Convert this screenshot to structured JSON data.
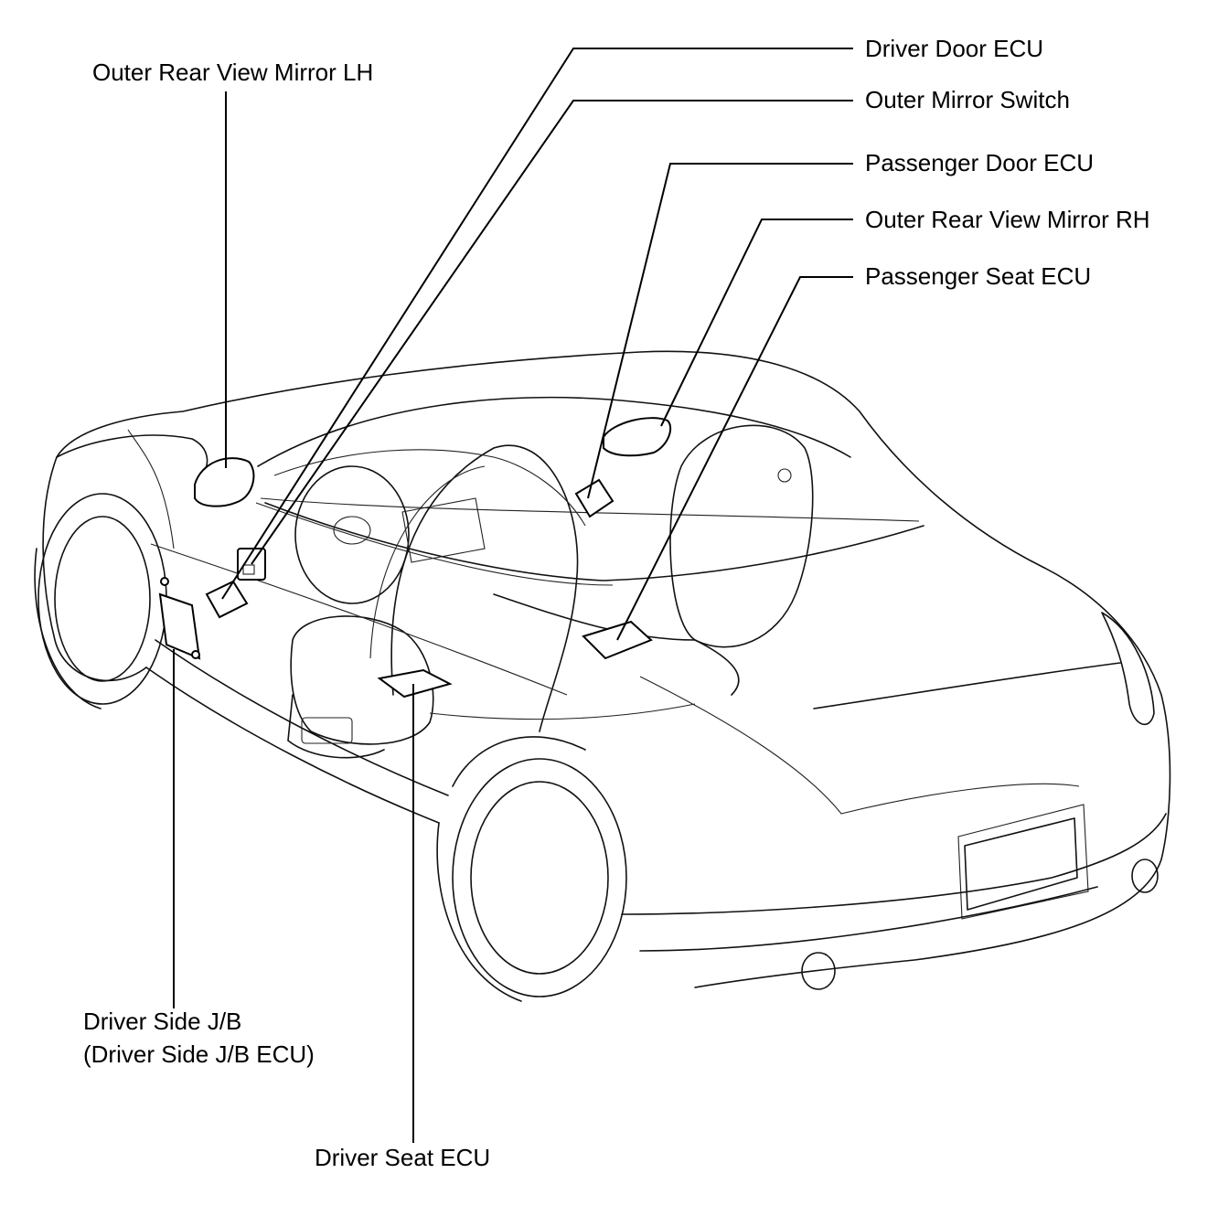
{
  "labels": {
    "outer_rear_view_mirror_lh": "Outer Rear View Mirror LH",
    "driver_door_ecu": "Driver Door ECU",
    "outer_mirror_switch": "Outer Mirror Switch",
    "passenger_door_ecu": "Passenger Door ECU",
    "outer_rear_view_mirror_rh": "Outer Rear View Mirror RH",
    "passenger_seat_ecu": "Passenger Seat ECU",
    "driver_side_jb_line1": "Driver Side J/B",
    "driver_side_jb_line2": "(Driver Side J/B ECU)",
    "driver_seat_ecu": "Driver Seat ECU"
  }
}
